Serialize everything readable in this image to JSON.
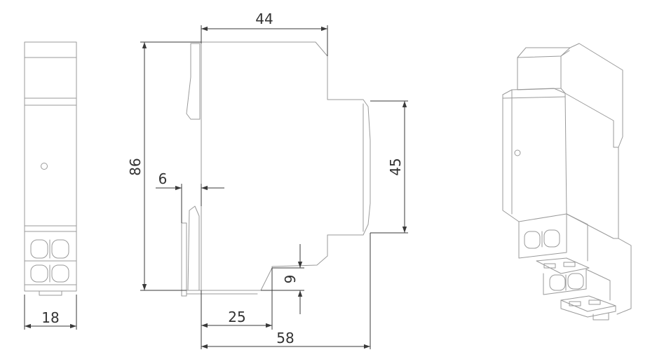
{
  "dimensions": {
    "width_front": "18",
    "height_total": "86",
    "depth_top": "44",
    "depth_clip": "6",
    "height_body": "45",
    "offset_terminal": "9",
    "depth_rail": "25",
    "depth_total": "58"
  },
  "colors": {
    "outline": "#9a9a9a",
    "dimension": "#3a3a3a",
    "text": "#333333"
  }
}
